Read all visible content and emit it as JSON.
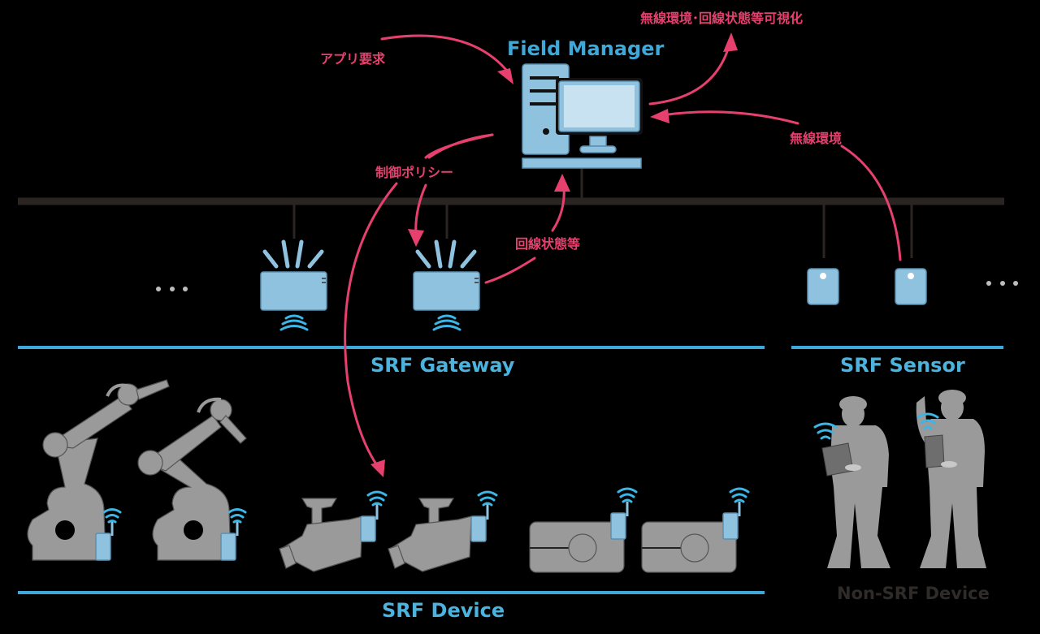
{
  "diagram": {
    "nodes": {
      "field_manager": {
        "label": "Field Manager",
        "icon": "desktop-computer-icon"
      },
      "srf_gateway": {
        "label": "SRF Gateway",
        "icon": "wireless-router-icon",
        "count_shown": 2,
        "more_indicator": "…"
      },
      "srf_sensor": {
        "label": "SRF Sensor",
        "icon": "sensor-box-icon",
        "count_shown": 2,
        "more_indicator": "…"
      },
      "srf_device": {
        "label": "SRF Device",
        "items": [
          "robot-arm",
          "robot-arm",
          "surveillance-camera",
          "surveillance-camera",
          "projector",
          "projector"
        ]
      },
      "non_srf_device": {
        "label": "Non-SRF Device",
        "items": [
          "worker-with-tablet",
          "worker-pointing-with-tablet"
        ]
      }
    },
    "flows": [
      {
        "id": "app-request",
        "label": "アプリ要求",
        "to": "Field Manager"
      },
      {
        "id": "visualization",
        "label": "無線環境･回線状態等可視化",
        "from": "Field Manager"
      },
      {
        "id": "wireless-env",
        "label": "無線環境",
        "from": "SRF Sensor",
        "to": "Field Manager"
      },
      {
        "id": "control-policy",
        "label": "制御ポリシー",
        "from": "Field Manager",
        "to": [
          "SRF Gateway",
          "SRF Device"
        ]
      },
      {
        "id": "line-status",
        "label": "回線状態等",
        "from": "SRF Gateway",
        "to": "Field Manager"
      }
    ],
    "colors": {
      "accent_blue": "#3ea9d9",
      "device_blue": "#8fc2df",
      "arrow_pink": "#e6406e",
      "device_gray": "#9a9a9a",
      "backbone": "#2a2522",
      "background": "#000000"
    }
  }
}
